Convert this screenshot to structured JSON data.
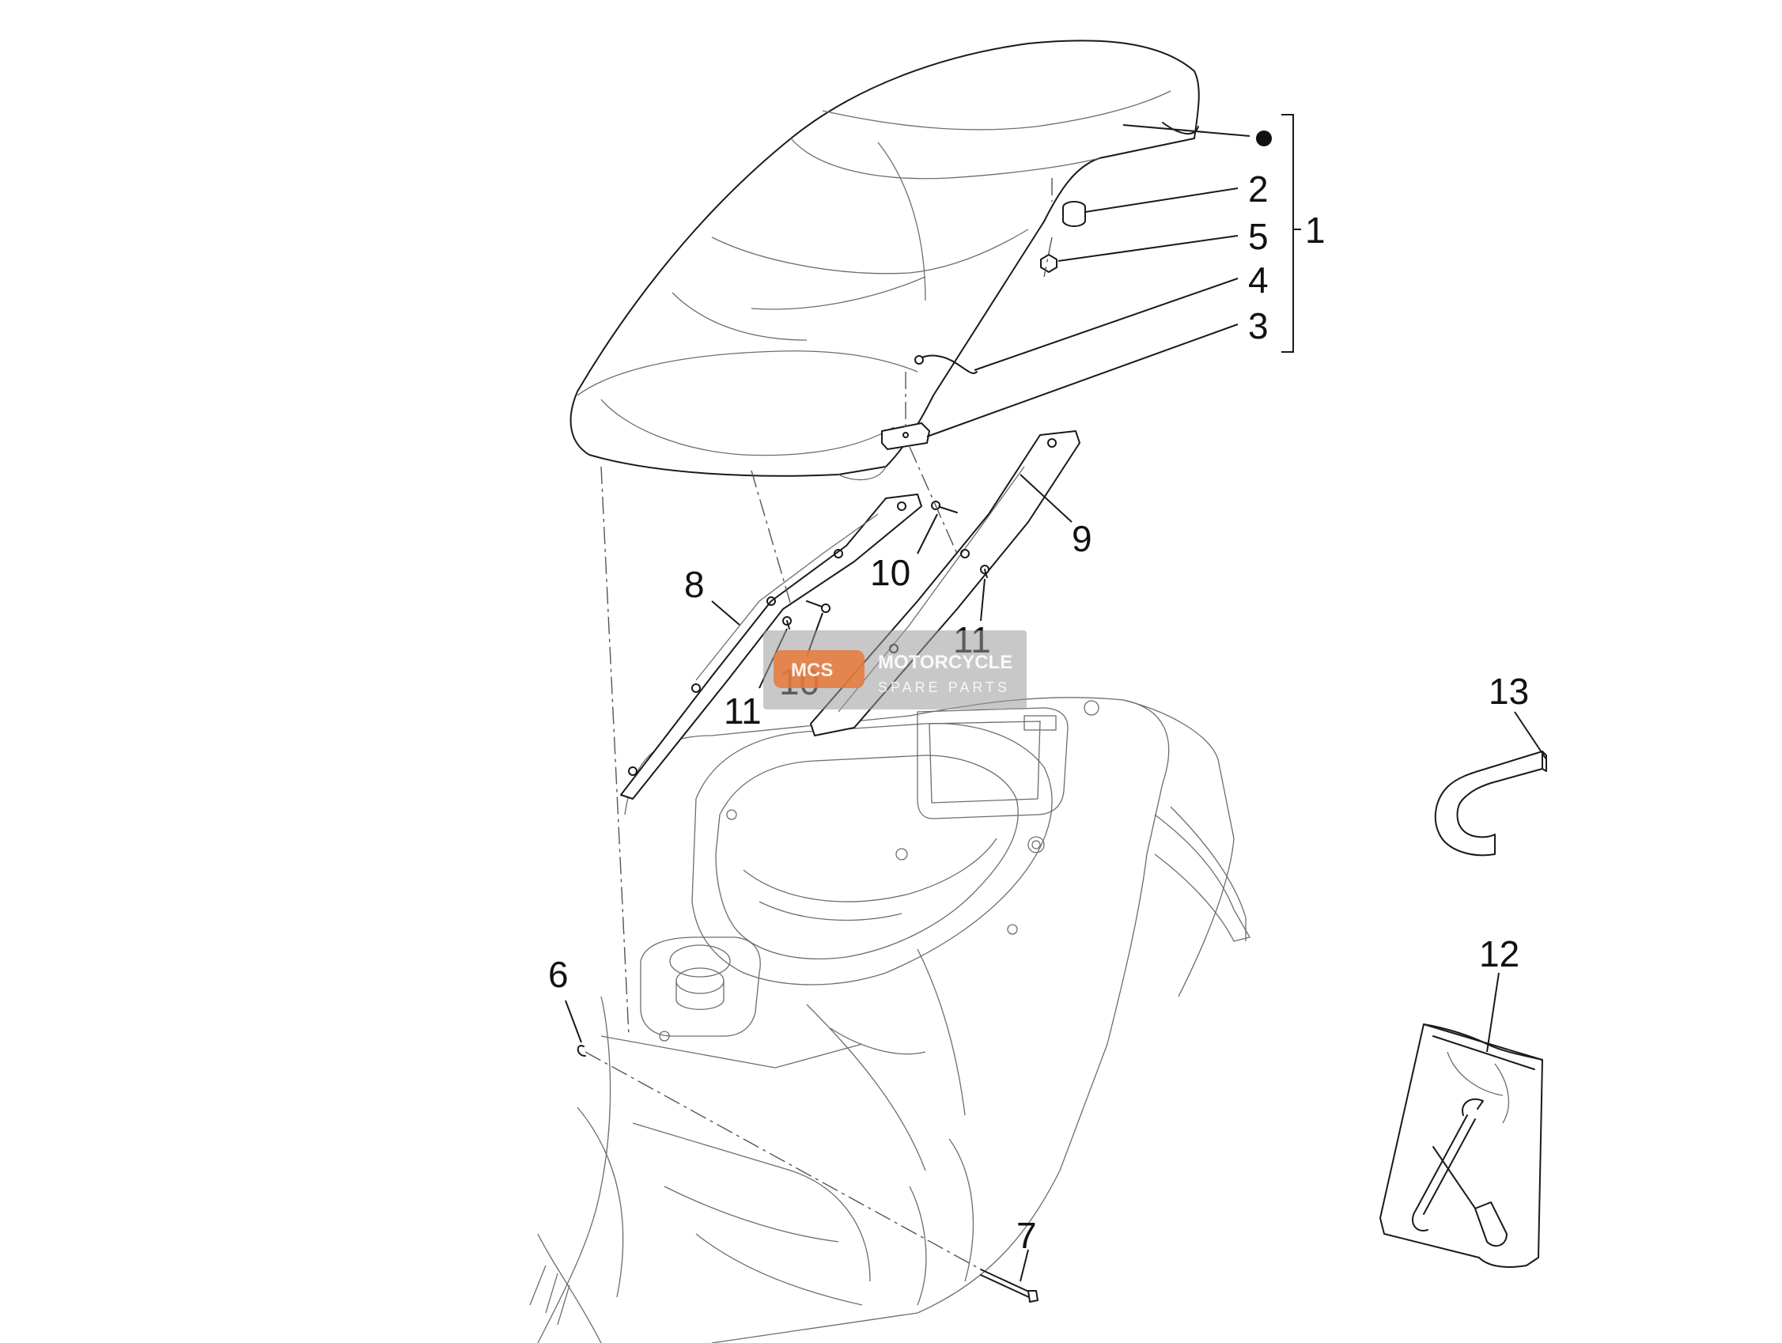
{
  "callouts": {
    "c1": "1",
    "c2": "2",
    "c3": "3",
    "c4": "4",
    "c5": "5",
    "c6": "6",
    "c7": "7",
    "c8": "8",
    "c9": "9",
    "c10a": "10",
    "c10b": "10",
    "c11a": "11",
    "c11b": "11",
    "c12": "12",
    "c13": "13"
  },
  "watermark": {
    "logo_text": "MCS",
    "brand": "MOTORCYCLE",
    "tagline": "SPARE PARTS"
  },
  "colors": {
    "line": "#1a1a1a",
    "ghost": "#6d6d6d",
    "watermark_orange": "#e8793a"
  }
}
